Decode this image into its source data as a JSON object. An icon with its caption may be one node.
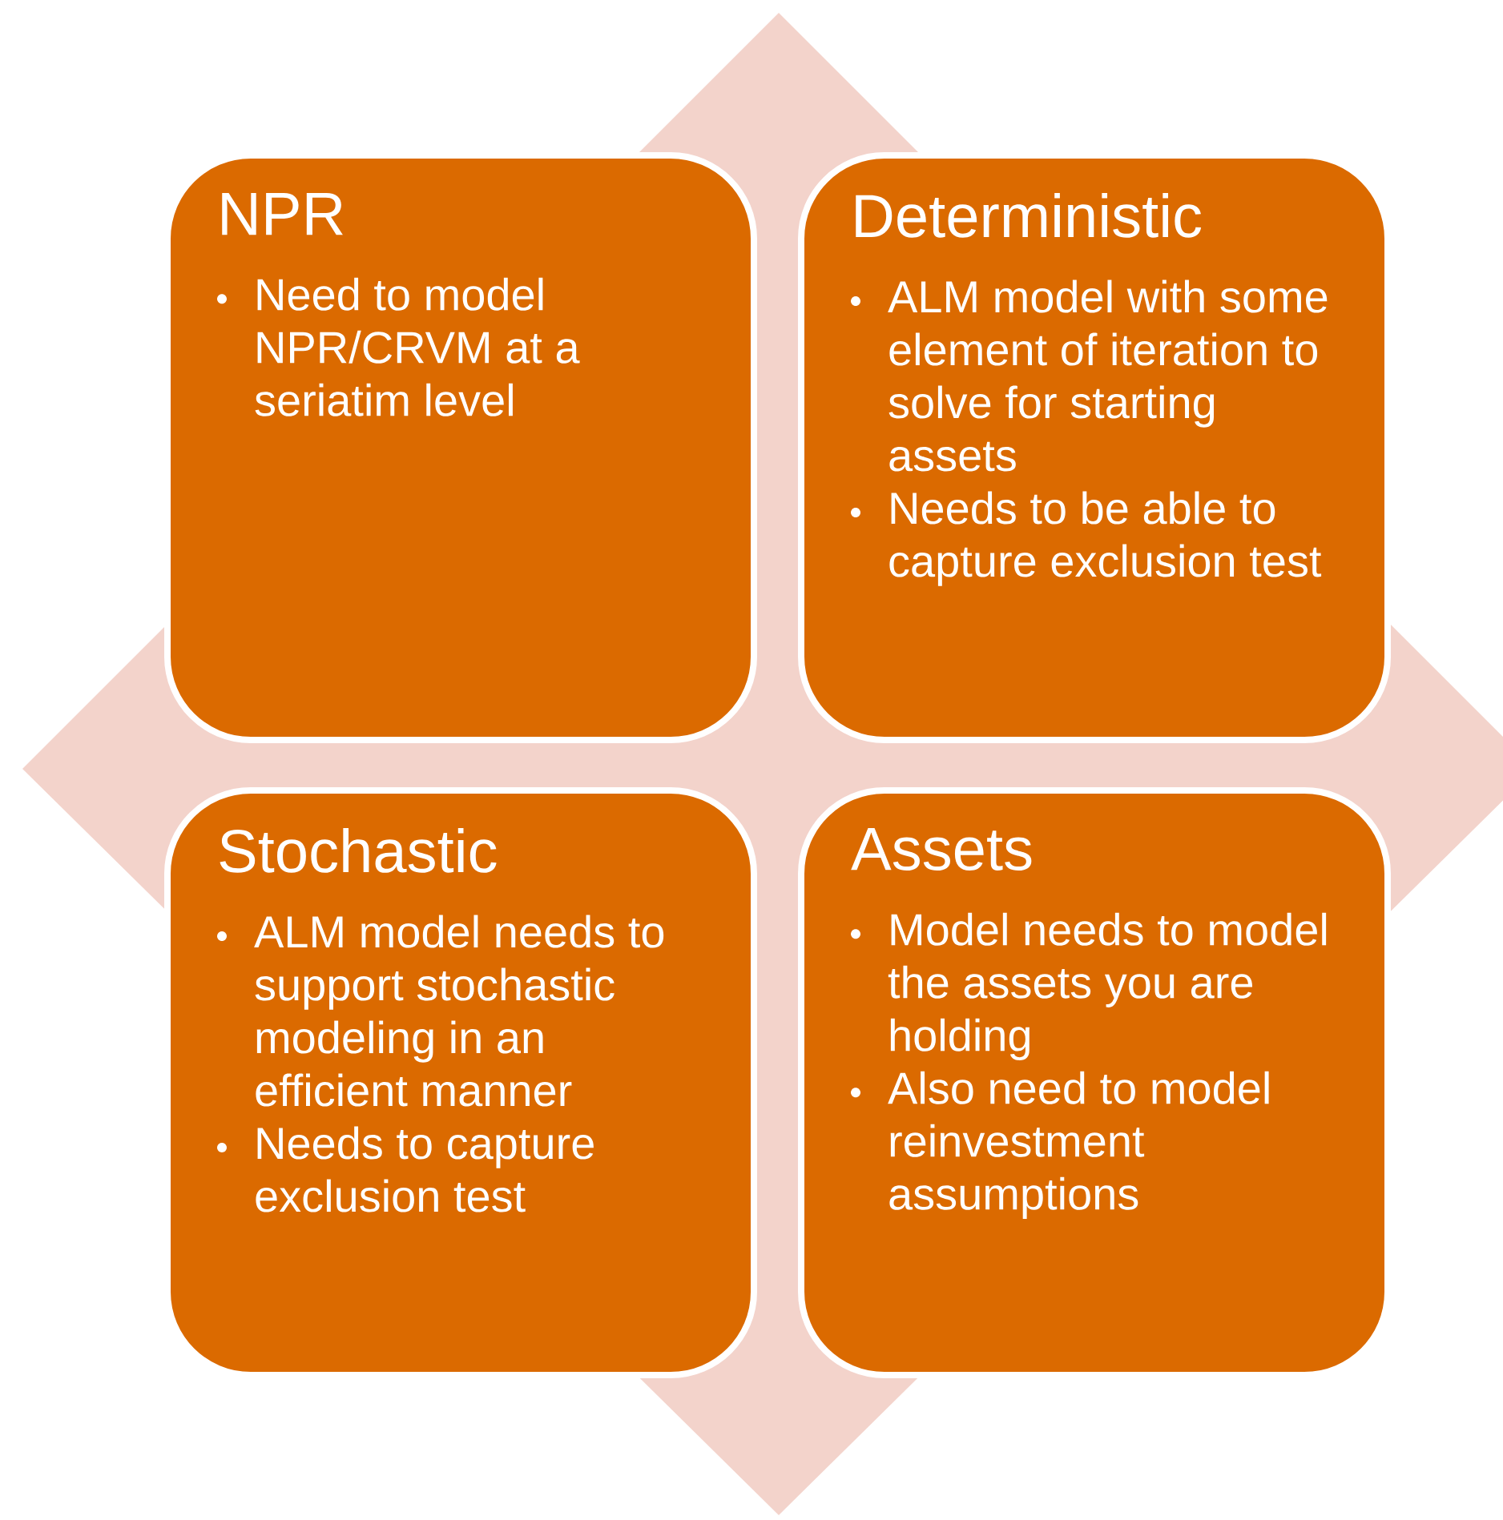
{
  "diagram": {
    "nodes": [
      {
        "text": [
          "NPR",
          "Need to model NPR/CRVM at a seriatim level"
        ]
      },
      {
        "text": [
          "Deterministic",
          "ALM model with some element of iteration to solve for starting assets",
          "Needs to be able to capture exclusion test"
        ]
      },
      {
        "text": [
          "Stochastic",
          "ALM model needs to support stochastic modeling in an efficient manner",
          "Needs to capture exclusion test"
        ]
      },
      {
        "text": [
          "Assets",
          "Model needs to model the assets you are holding",
          "Also need to model reinvestment assumptions"
        ]
      }
    ]
  }
}
